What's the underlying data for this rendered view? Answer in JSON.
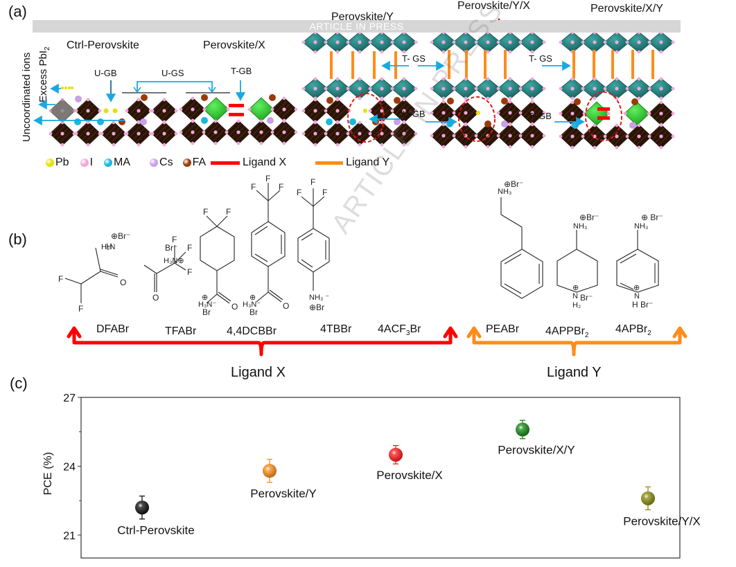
{
  "panels": {
    "a": "(a)",
    "b": "(b)",
    "c": "(c)"
  },
  "banner": "ARTICLE IN PRESS",
  "watermark": "ARTICLE IN PRESS",
  "panel_a": {
    "side_labels": [
      "Uncoordinated ions",
      "Excess PbI2"
    ],
    "structures": [
      {
        "title": "Ctrl-Perovskite"
      },
      {
        "title": "Perovskite/X"
      },
      {
        "title": "Perovskite/Y"
      },
      {
        "title": "Perovskite/Y/X"
      },
      {
        "title": "Perovskite/X/Y"
      }
    ],
    "annotations": {
      "u_gb": "U-GB",
      "u_gs": "U-GS",
      "t_gb": "T-GB",
      "t_gs_1": "T- GS",
      "u_gb_2": "U-GB",
      "t_gs_2": "T- GS",
      "t_gb_2": "T- GB"
    },
    "legend": [
      {
        "label": "Pb",
        "color": "#e8e000"
      },
      {
        "label": "I",
        "color": "#f0a8d8"
      },
      {
        "label": "MA",
        "color": "#1ab8e0"
      },
      {
        "label": "Cs",
        "color": "#c8a0e8"
      },
      {
        "label": "FA",
        "color": "#9a3a0a"
      }
    ],
    "ligand_legend": [
      {
        "label": "Ligand X",
        "color": "#ff0000"
      },
      {
        "label": "Ligand Y",
        "color": "#ff8c1a"
      }
    ],
    "colors": {
      "octahedron_dark": "#2a1408",
      "octahedron_teal": "#1e7a78",
      "octahedron_green": "#2ec82e",
      "arrow": "#1aa8e0",
      "dashed_circle": "#e01818"
    }
  },
  "panel_b": {
    "ligand_x": {
      "label": "Ligand X",
      "color": "#ff0000",
      "molecules": [
        "DFABr",
        "TFABr",
        "4,4DCBBr",
        "4TBBr",
        "4ACF3Br"
      ]
    },
    "ligand_y": {
      "label": "Ligand Y",
      "color": "#ff8c1a",
      "molecules": [
        "PEABr",
        "4APPBr2",
        "4APBr2"
      ]
    },
    "atoms": {
      "F": "F",
      "O": "O",
      "Br": "Br",
      "N": "N",
      "H3N": "H3N",
      "NH3": "NH3",
      "H2": "H2",
      "H": "H",
      "minus": "-",
      "plus": "⊕"
    }
  },
  "chart_data": {
    "type": "scatter",
    "title": "",
    "xlabel": "",
    "ylabel": "PCE (%)",
    "ylim": [
      20,
      27
    ],
    "yticks": [
      21,
      24,
      27
    ],
    "minor_yticks": [
      22.5,
      25.5
    ],
    "grid": false,
    "legend": "none",
    "points": [
      {
        "label": "Ctrl-Perovskite",
        "x": 1,
        "y": 22.2,
        "err": 0.5,
        "color": "#111111",
        "label_pos": "below"
      },
      {
        "label": "Perovskite/Y",
        "x": 2,
        "y": 23.8,
        "err": 0.5,
        "color": "#ff8c1a",
        "label_pos": "below"
      },
      {
        "label": "Perovskite/X",
        "x": 3,
        "y": 24.5,
        "err": 0.4,
        "color": "#ff1a1a",
        "label_pos": "below"
      },
      {
        "label": "Perovskite/X/Y",
        "x": 4,
        "y": 25.6,
        "err": 0.4,
        "color": "#168a16",
        "label_pos": "below"
      },
      {
        "label": "Perovskite/Y/X",
        "x": 5,
        "y": 22.6,
        "err": 0.5,
        "color": "#8a8a10",
        "label_pos": "below"
      }
    ]
  }
}
